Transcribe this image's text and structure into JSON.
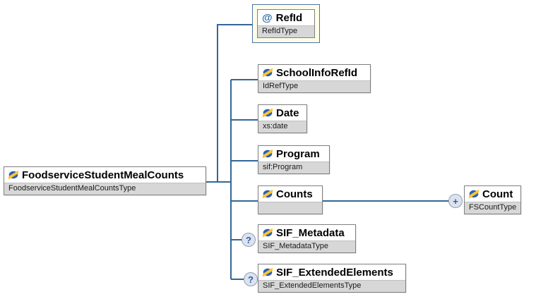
{
  "root": {
    "name": "FoodserviceStudentMealCounts",
    "type": "FoodserviceStudentMealCountsType"
  },
  "attribute_node": {
    "marker": "@",
    "name": "RefId",
    "type": "RefIdType"
  },
  "children": [
    {
      "name": "SchoolInfoRefId",
      "type": "IdRefType"
    },
    {
      "name": "Date",
      "type": "xs:date"
    },
    {
      "name": "Program",
      "type": "sif:Program"
    },
    {
      "name": "Counts",
      "type": ""
    },
    {
      "name": "SIF_Metadata",
      "type": "SIF_MetadataType"
    },
    {
      "name": "SIF_ExtendedElements",
      "type": "SIF_ExtendedElementsType"
    }
  ],
  "grandchild": {
    "name": "Count",
    "type": "FSCountType"
  },
  "occurrence_markers": {
    "optional": "?",
    "repeating": "+"
  },
  "colors": {
    "connector": "#336699",
    "node_border": "#7f7f7f",
    "type_row_bg": "#d7d7d7",
    "selected_bg": "#ffffe9",
    "selected_border": "#4a72a8",
    "icon_blue": "#2b5fb4",
    "icon_yellow": "#ffc52f",
    "marker_blue": "#2a5db0"
  }
}
